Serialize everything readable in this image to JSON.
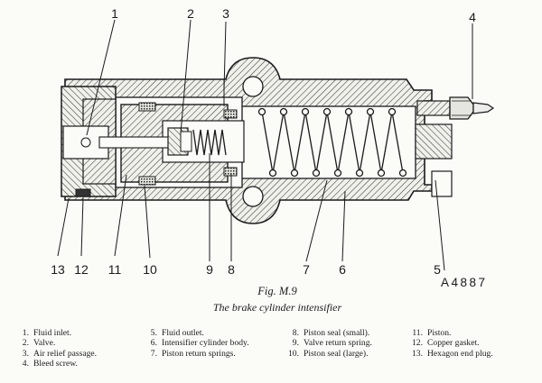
{
  "figure": {
    "number": "Fig. M.9",
    "title": "The brake cylinder intensifier",
    "reference": "A4887"
  },
  "callouts": [
    "1",
    "2",
    "3",
    "4",
    "5",
    "6",
    "7",
    "8",
    "9",
    "10",
    "11",
    "12",
    "13"
  ],
  "legend": [
    {
      "n": "1.",
      "text": "Fluid inlet."
    },
    {
      "n": "2.",
      "text": "Valve."
    },
    {
      "n": "3.",
      "text": "Air relief passage."
    },
    {
      "n": "4.",
      "text": "Bleed screw."
    },
    {
      "n": "5.",
      "text": "Fluid outlet."
    },
    {
      "n": "6.",
      "text": "Intensifier cylinder body."
    },
    {
      "n": "7.",
      "text": "Piston return springs."
    },
    {
      "n": "8.",
      "text": "Piston seal (small)."
    },
    {
      "n": "9.",
      "text": "Valve return spring."
    },
    {
      "n": "10.",
      "text": "Piston seal (large)."
    },
    {
      "n": "11.",
      "text": "Piston."
    },
    {
      "n": "12.",
      "text": "Copper gasket."
    },
    {
      "n": "13.",
      "text": "Hexagon end plug."
    }
  ]
}
